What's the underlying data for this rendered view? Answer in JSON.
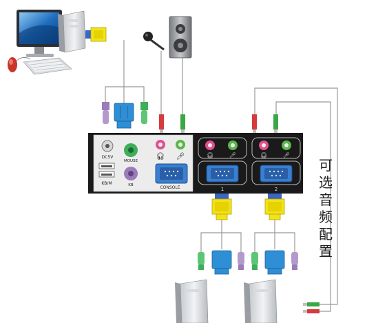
{
  "panel": {
    "dc_label": "DC5V",
    "mouse_label": "MOUSE",
    "kbm_label": "KB/M",
    "kb_label": "KB",
    "console_label": "CONSOLE",
    "port1_label": "1",
    "port2_label": "2"
  },
  "side_note": {
    "chars": [
      "可",
      "选",
      "音",
      "频",
      "配",
      "置"
    ]
  },
  "colors": {
    "vga_blue": "#2f8fd6",
    "ps2_green": "#3fae5a",
    "ps2_purple": "#9b7bb8",
    "audio_pink": "#e0508e",
    "audio_green": "#58b848",
    "adapter_yellow": "#f2e21a",
    "panel_black": "#1a1a1a"
  }
}
